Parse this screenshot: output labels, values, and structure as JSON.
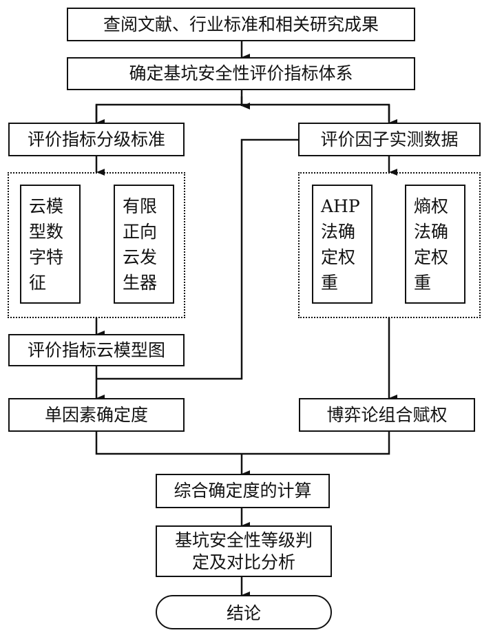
{
  "diagram": {
    "type": "flowchart",
    "nodes": {
      "literature": "查阅文献、行业标准和相关研究成果",
      "index_system": "确定基坑安全性评价指标体系",
      "grading_standard": "评价指标分级标准",
      "measured_data": "评价因子实测数据",
      "cloud_digital_features": "云模型数字特征",
      "forward_cloud_generator": "有限正向云发生器",
      "ahp_weight": "AHP法确定权重",
      "entropy_weight": "熵权法确定权重",
      "cloud_model_chart": "评价指标云模型图",
      "single_factor_certainty": "单因素确定度",
      "game_theory_weighting": "博弈论组合赋权",
      "comprehensive_certainty": "综合确定度的计算",
      "grade_judgment": "基坑安全性等级判定及对比分析",
      "conclusion": "结论"
    },
    "edges": [
      [
        "literature",
        "index_system"
      ],
      [
        "index_system",
        "grading_standard"
      ],
      [
        "index_system",
        "measured_data"
      ],
      [
        "grading_standard",
        "cloud_group"
      ],
      [
        "cloud_group",
        "cloud_model_chart"
      ],
      [
        "measured_data",
        "weight_group"
      ],
      [
        "measured_data",
        "single_factor_certainty"
      ],
      [
        "cloud_model_chart",
        "single_factor_certainty"
      ],
      [
        "weight_group",
        "game_theory_weighting"
      ],
      [
        "single_factor_certainty",
        "comprehensive_certainty"
      ],
      [
        "game_theory_weighting",
        "comprehensive_certainty"
      ],
      [
        "comprehensive_certainty",
        "grade_judgment"
      ],
      [
        "grade_judgment",
        "conclusion"
      ]
    ]
  }
}
